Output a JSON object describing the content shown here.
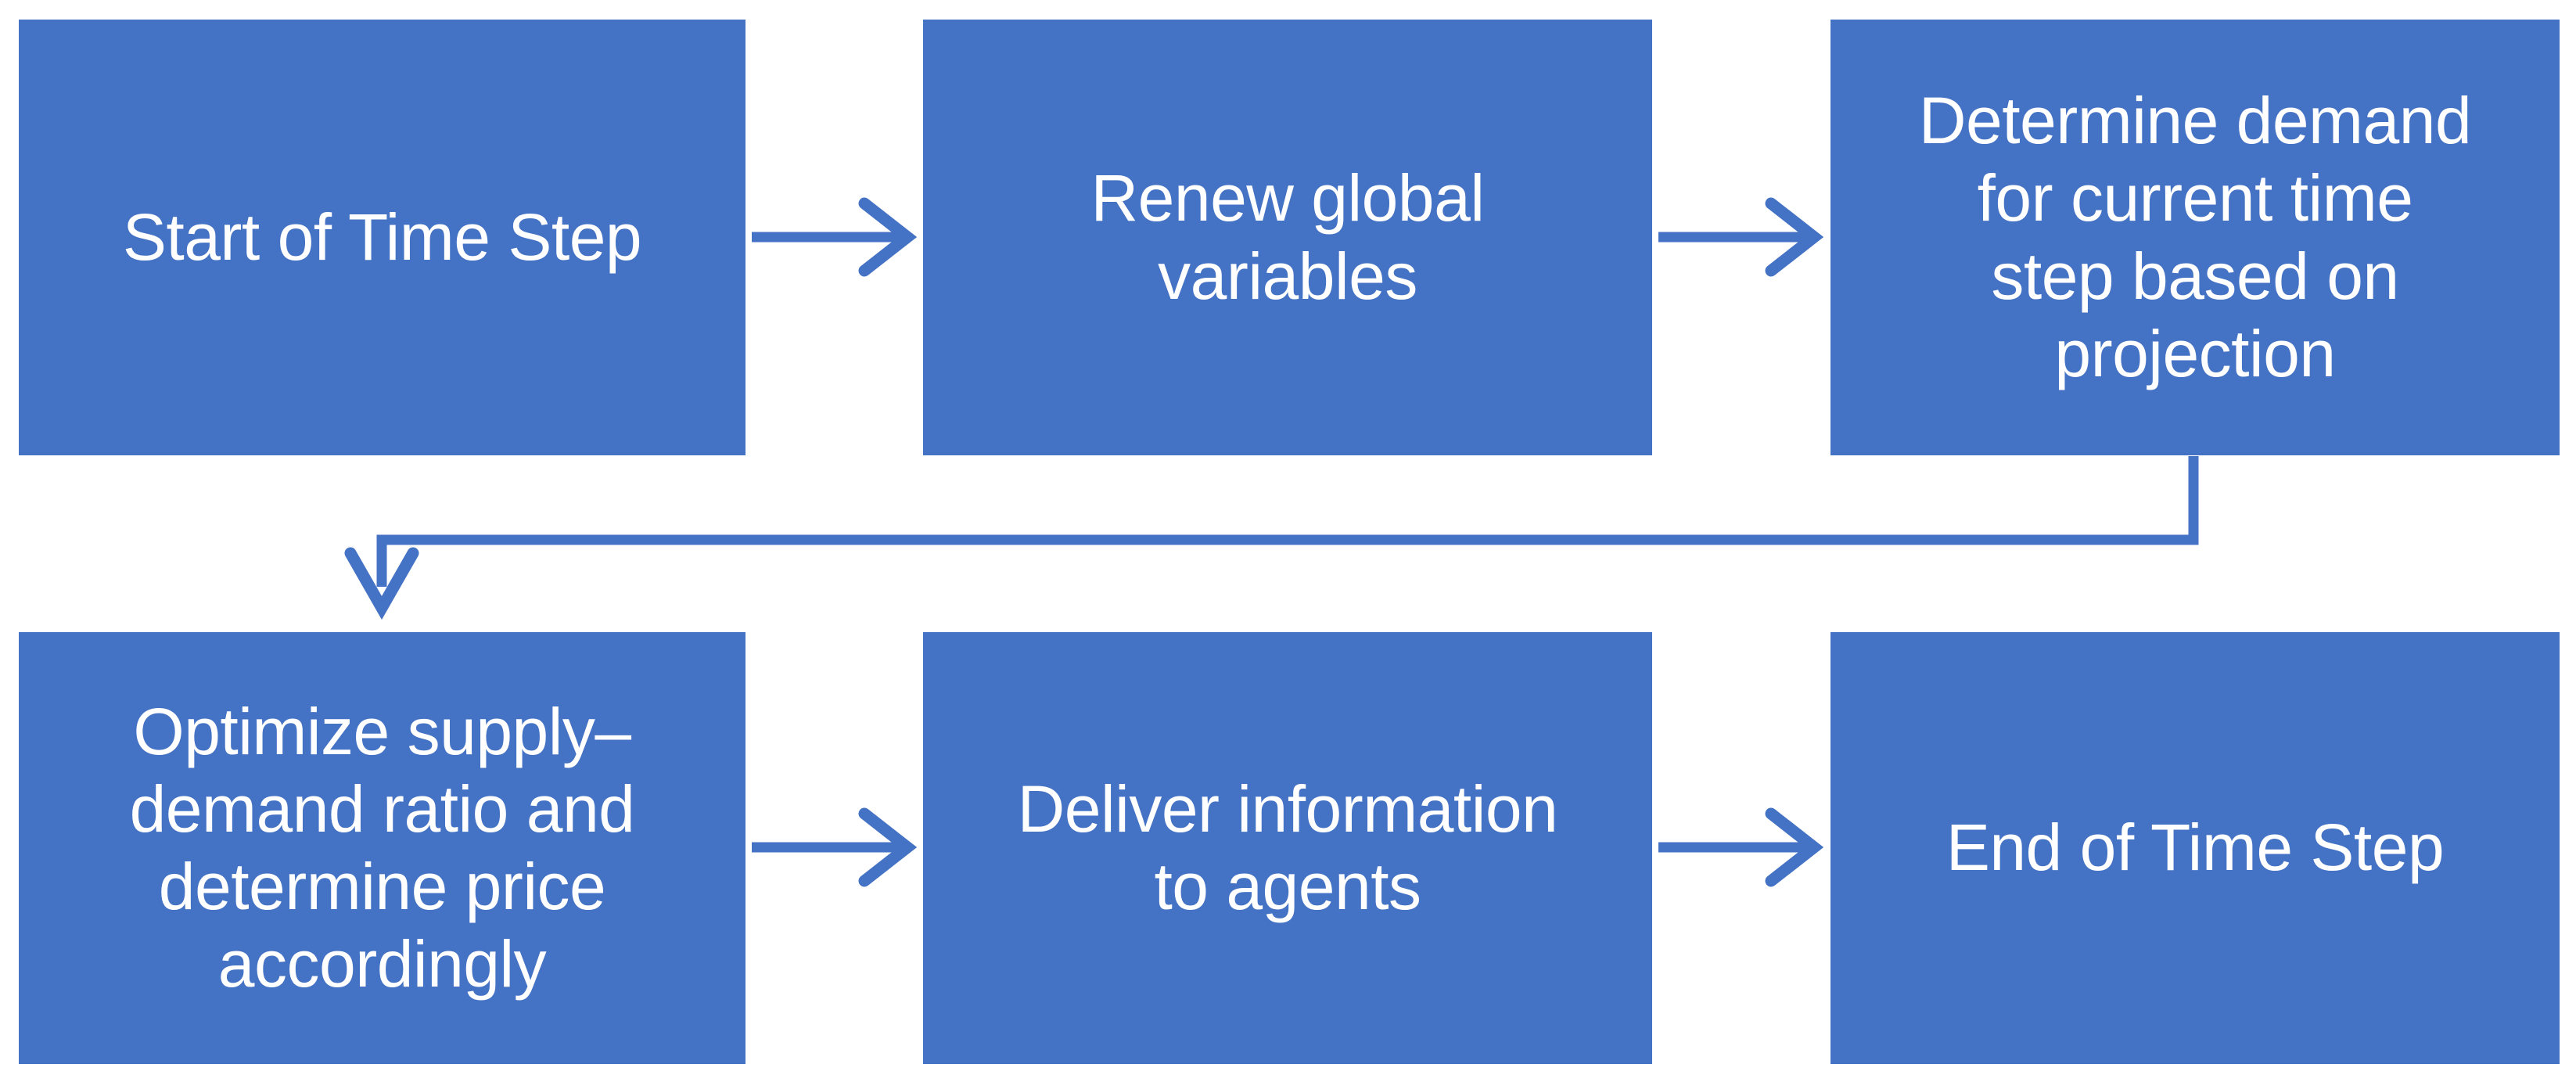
{
  "diagram": {
    "title": "Agent-based model time step flowchart",
    "accent_color": "#4472C4",
    "node_text_color": "#FFFFFF",
    "background_color": "#FFFFFF",
    "connector_color": "#4472C4",
    "orientation": "left-to-right, two rows with wrap"
  },
  "nodes": [
    {
      "id": "start",
      "label": "Start of Time Step",
      "row": 1,
      "col": 1
    },
    {
      "id": "renew",
      "label": "Renew global\nvariables",
      "row": 1,
      "col": 2
    },
    {
      "id": "demand",
      "label": "Determine demand\nfor current time\nstep based on\nprojection",
      "row": 1,
      "col": 3
    },
    {
      "id": "optimize",
      "label": "Optimize supply–\ndemand ratio and\ndetermine price\naccordingly",
      "row": 2,
      "col": 1
    },
    {
      "id": "deliver",
      "label": "Deliver information\nto agents",
      "row": 2,
      "col": 2
    },
    {
      "id": "end",
      "label": "End of Time Step",
      "row": 2,
      "col": 3
    }
  ],
  "edges": [
    {
      "id": "start-renew",
      "from": "start",
      "to": "renew",
      "kind": "straight-right",
      "icon": "arrow-right-icon"
    },
    {
      "id": "renew-demand",
      "from": "renew",
      "to": "demand",
      "kind": "straight-right",
      "icon": "arrow-right-icon"
    },
    {
      "id": "demand-optimize",
      "from": "demand",
      "to": "optimize",
      "kind": "elbow-wrap-down",
      "icon": "arrow-down-icon"
    },
    {
      "id": "optimize-deliver",
      "from": "optimize",
      "to": "deliver",
      "kind": "straight-right",
      "icon": "arrow-right-icon"
    },
    {
      "id": "deliver-end",
      "from": "deliver",
      "to": "end",
      "kind": "straight-right",
      "icon": "arrow-right-icon"
    }
  ]
}
